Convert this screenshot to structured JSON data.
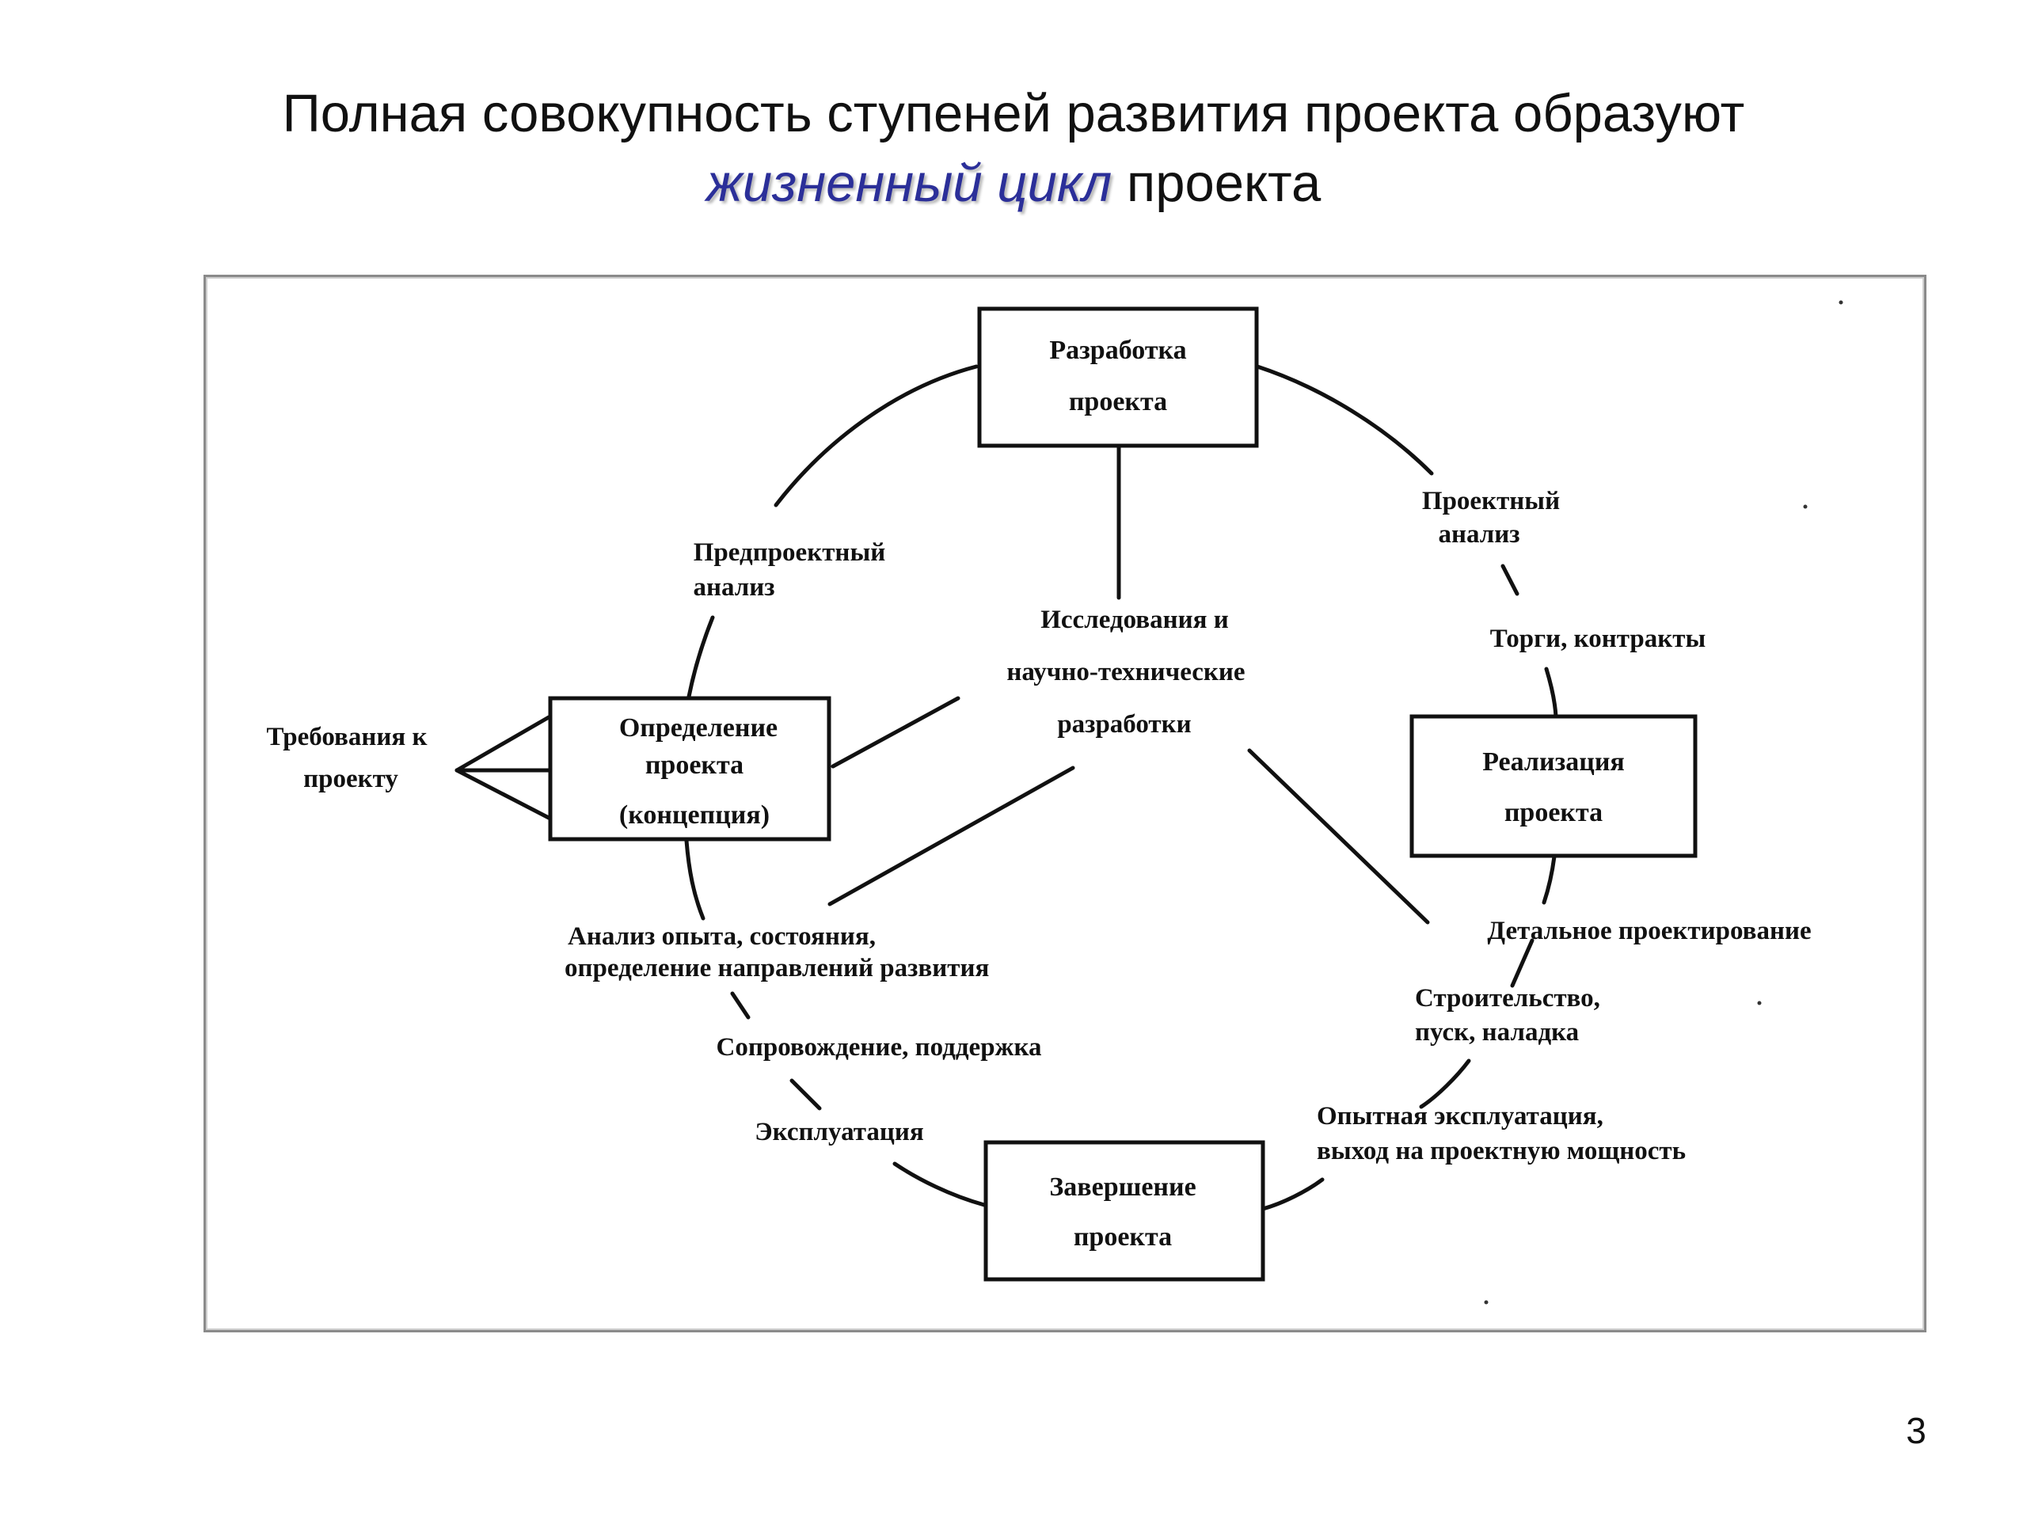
{
  "title": {
    "line1": "Полная совокупность ступеней развития проекта образуют",
    "highlight": "жизненный цикл",
    "line2_rest": " проекта"
  },
  "page_number": "3",
  "colors": {
    "text": "#111111",
    "highlight": "#2b2f99",
    "frame": "#8a8a8a",
    "lines": "#111111"
  },
  "diagram": {
    "nodes": {
      "development": [
        "Разработка",
        "проекта"
      ],
      "definition": [
        "Определение",
        "проекта",
        "(концепция)"
      ],
      "realization": [
        "Реализация",
        "проекта"
      ],
      "completion": [
        "Завершение",
        "проекта"
      ]
    },
    "labels": {
      "requirements": [
        "Требования к",
        "проекту"
      ],
      "preproject": [
        "Предпроектный",
        "анализ"
      ],
      "project_analysis": [
        "Проектный",
        "анализ"
      ],
      "research": [
        "Исследования и",
        "научно-технические",
        "разработки"
      ],
      "tenders": "Торги, контракты",
      "detailed_design": "Детальное проектирование",
      "construction": [
        "Строительство,",
        "пуск, наладка"
      ],
      "trial_operation": [
        "Опытная эксплуатация,",
        "выход на проектную мощность"
      ],
      "experience_analysis": [
        "Анализ опыта, состояния,",
        "определение направлений развития"
      ],
      "support": "Сопровождение, поддержка",
      "operation": "Эксплуатация"
    }
  }
}
